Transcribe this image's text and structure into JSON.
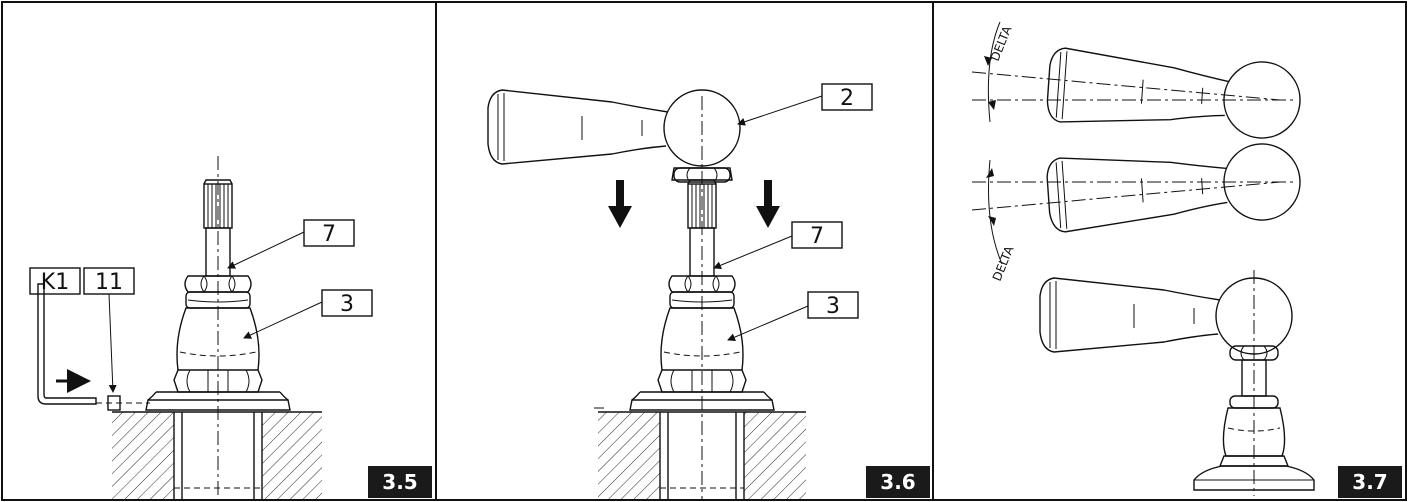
{
  "panels": [
    {
      "figure": "3.5",
      "callouts": {
        "c7": "7",
        "c3": "3",
        "cK1": "K1",
        "c11": "11"
      }
    },
    {
      "figure": "3.6",
      "callouts": {
        "c2": "2",
        "c7": "7",
        "c3": "3"
      }
    },
    {
      "figure": "3.7",
      "annotations": {
        "delta_top": "DELTA",
        "delta_bottom": "DELTA"
      }
    }
  ],
  "colors": {
    "line": "#111111",
    "badge_bg": "#1a1a1a",
    "badge_text": "#ffffff",
    "background": "#ffffff"
  }
}
